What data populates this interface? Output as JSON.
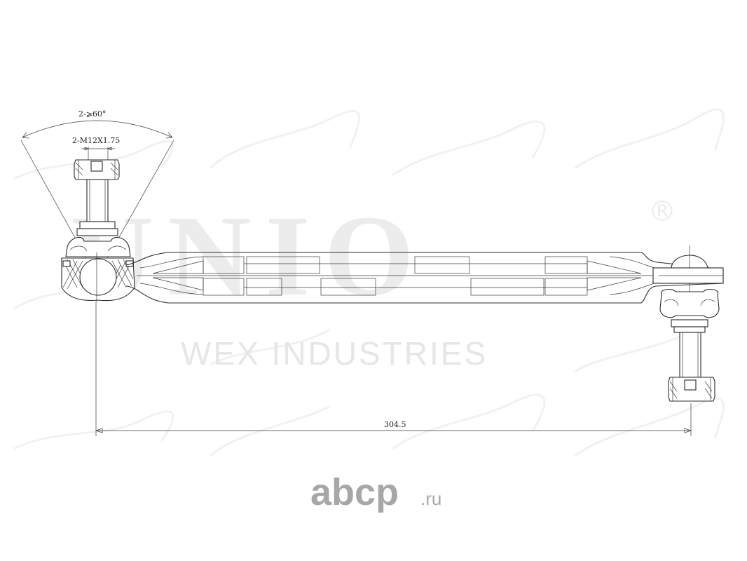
{
  "watermark": {
    "brand": "UNIO",
    "registered": "®",
    "subtitle": "WEX INDUSTRIES"
  },
  "dimensions": {
    "angle": "2-⩾60°",
    "thread": "2-M12X1.75",
    "length": "304.5"
  },
  "footer_logo": {
    "name": "abcp",
    "suffix": ".ru",
    "color": "#a7a7a7"
  }
}
